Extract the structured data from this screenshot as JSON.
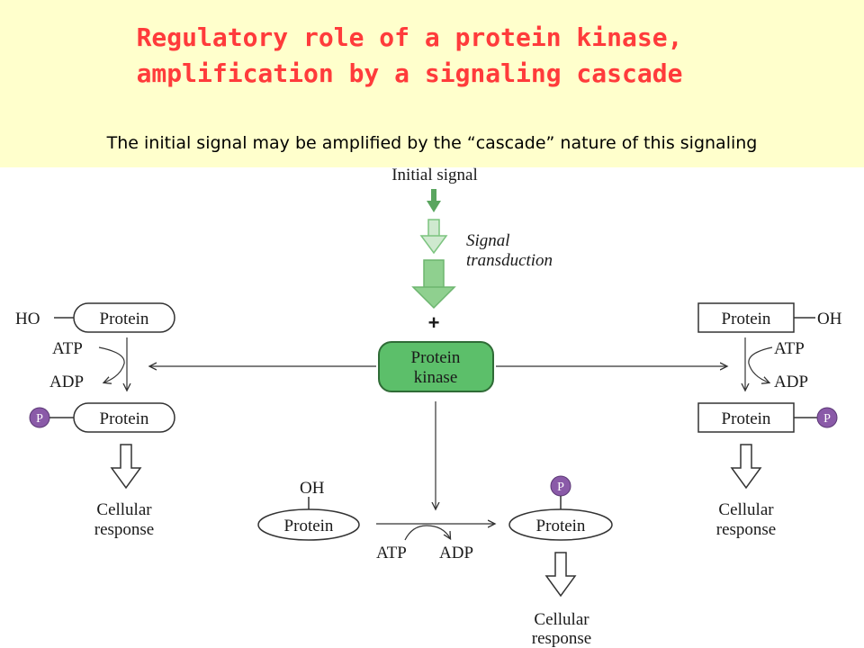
{
  "header": {
    "title_line1": "Regulatory role of a protein kinase,",
    "title_line2": "amplification by a signaling cascade",
    "subtitle": "The initial signal may be amplified by the “cascade” nature of this signaling"
  },
  "diagram": {
    "initial_signal": "Initial signal",
    "signal_transduction_line1": "Signal",
    "signal_transduction_line2": "transduction",
    "plus": "+",
    "kinase_line1": "Protein",
    "kinase_line2": "kinase",
    "left": {
      "ho": "HO",
      "protein_top": "Protein",
      "atp": "ATP",
      "adp": "ADP",
      "p": "P",
      "protein_bottom": "Protein",
      "response_line1": "Cellular",
      "response_line2": "response"
    },
    "right": {
      "protein_top": "Protein",
      "oh": "OH",
      "atp": "ATP",
      "adp": "ADP",
      "protein_bottom": "Protein",
      "p": "P",
      "response_line1": "Cellular",
      "response_line2": "response"
    },
    "bottom": {
      "oh": "OH",
      "protein_left": "Protein",
      "atp": "ATP",
      "adp": "ADP",
      "p": "P",
      "protein_right": "Protein",
      "response_line1": "Cellular",
      "response_line2": "response"
    }
  },
  "colors": {
    "title": "#ff3b3b",
    "header_bg": "#ffffcc",
    "kinase_fill": "#5cbf6a",
    "arrow_green": "#7cc47f",
    "phosphate": "#8a5aa8"
  }
}
